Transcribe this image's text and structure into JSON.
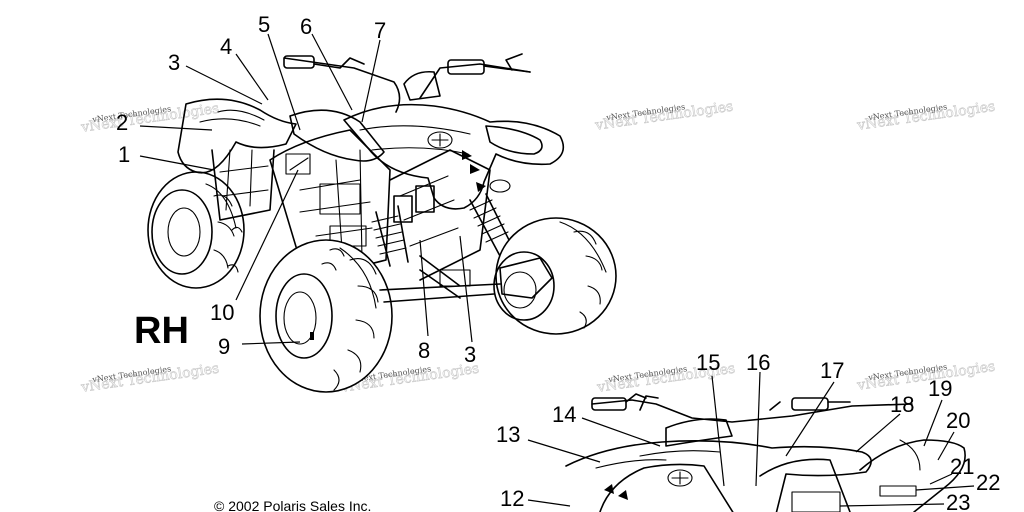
{
  "diagram": {
    "side_label": "RH",
    "copyright": "© 2002 Polaris Sales Inc.",
    "watermark_text": "vNext Technologies",
    "callouts": {
      "c1": "1",
      "c2": "2",
      "c3a": "3",
      "c3b": "3",
      "c4": "4",
      "c5": "5",
      "c6": "6",
      "c7": "7",
      "c8": "8",
      "c9": "9",
      "c10": "10",
      "c12": "12",
      "c13": "13",
      "c14": "14",
      "c15": "15",
      "c16": "16",
      "c17": "17",
      "c18": "18",
      "c19": "19",
      "c20": "20",
      "c21": "21",
      "c22": "22",
      "c23": "23"
    }
  }
}
